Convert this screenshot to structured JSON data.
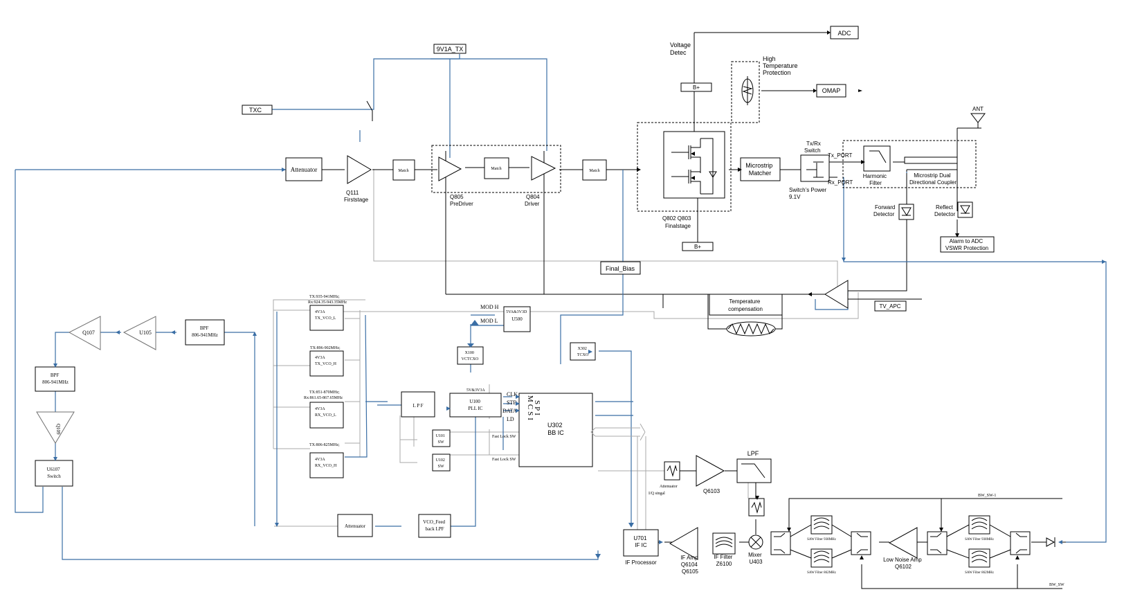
{
  "labels": {
    "adc": "ADC",
    "voltage_detec": [
      "Voltage",
      "Detec"
    ],
    "v9v1a_tx": "9V1A_TX",
    "high_temp": [
      "High",
      "Temperature",
      "Protection"
    ],
    "omap": "OMAP",
    "bplus_top": "B+",
    "bplus_bottom": "B+",
    "txc": "TXC",
    "ant": "ANT",
    "attenuator_top": "Attenuator",
    "q111": [
      "Q111",
      "Firststage"
    ],
    "match1": "Match",
    "match2": "Match",
    "match3": "Match",
    "q805": [
      "Q805",
      "PreDriver"
    ],
    "q804": [
      "Q804",
      "Driver"
    ],
    "q802": [
      "Q802 Q803",
      "Finalstage"
    ],
    "microstrip_matcher": [
      "Microstrip",
      "Matcher"
    ],
    "txrx_switch": [
      "Tx/Rx",
      "Switch"
    ],
    "tx_port": "Tx_PORT",
    "rx_port": "Rx_PORT",
    "switch_power": [
      "Switch’s Power",
      "9.1V"
    ],
    "harmonic_filter": [
      "Harmonic",
      "Filter"
    ],
    "microstrip_dual": [
      "Microstrip Dual",
      "Directional Coupler"
    ],
    "forward_detector": [
      "Forward",
      "Detector"
    ],
    "reflect_detector": [
      "Reflect",
      "Detector"
    ],
    "alarm_adc": [
      "Alarm to ADC",
      "VSWR Protection"
    ],
    "final_bias": "Final_Bias",
    "temp_comp": [
      "Temperature",
      "compensation"
    ],
    "tv_apc": "TV_APC",
    "mod_h": "MOD H",
    "mod_l": "MOD L",
    "u500": [
      "5VA&3V3D",
      "U500"
    ],
    "x100": [
      "X100",
      "VCTCXO"
    ],
    "x302": [
      "X302",
      "TCXO"
    ],
    "vco1_freq": [
      "TX:935-941MHz;",
      "Rx:924.35-943.35MHz"
    ],
    "vco1": [
      "4V3A",
      "TX_VCO_L"
    ],
    "vco2_freq": [
      "TX:896-902MHz;"
    ],
    "vco2": [
      "4V3A",
      "TX_VCO_H"
    ],
    "vco3_freq": [
      "TX:851-870MHz;",
      "Rx:861.65-867.65MHz"
    ],
    "vco3": [
      "4V3A",
      "RX_VCO_L"
    ],
    "vco4_freq": [
      "TX:806-825MHz;"
    ],
    "vco4": [
      "4V3A",
      "RX_VCO_H"
    ],
    "q107": "Q107",
    "u105": "U105",
    "bpf_top": [
      "BPF",
      "806-941MHz"
    ],
    "bpf_left": [
      "BPF",
      "806-941MHz"
    ],
    "q109": "Q109",
    "u6107": [
      "U6107",
      "Switch"
    ],
    "lpf_box": "L P F",
    "u100_supply": "5V&3V3A",
    "u100": [
      "U100",
      "PLL IC"
    ],
    "clk": "CLK",
    "stb": "STB",
    "data": "DATA",
    "ld": "LD",
    "mcsi": "MCSI",
    "spi": "SPI",
    "u302": [
      "U302",
      "BB IC"
    ],
    "u101": [
      "U101",
      "SW"
    ],
    "u102": [
      "U102",
      "SW"
    ],
    "fast_lock_1": "Fast Lock SW",
    "fast_lock_2": "Fast Lock SW",
    "attenuator_bottom": "Attenuator",
    "vco_feedback": [
      "VCO_Feed",
      "back LPF"
    ],
    "iq_signal": "I/Q singal",
    "u701": [
      "U701",
      "IF IC"
    ],
    "if_processor": "IF Processor",
    "if_amp": [
      "IF Amp",
      "Q6104",
      "Q6105"
    ],
    "if_filter": [
      "IF Filter",
      "Z6100"
    ],
    "mixer": [
      "Mixer",
      "U403"
    ],
    "attenuator_rx": "Attenuator",
    "q6103": "Q6103",
    "lpf_rx": "LPF",
    "saw938_a": "SAW Filter 938MHz",
    "saw862_a": "SAW Filter 862MHz",
    "lna": [
      "Low Noise Amp",
      "Q6102"
    ],
    "saw938_b": "SAW Filter 938MHz",
    "saw862_b": "SAW Filter 862MHz",
    "bw_sw1": "BW_SW-1",
    "bw_sw": "BW_SW"
  },
  "colors": {
    "signal_blue": "#3a6ea5",
    "line": "#000000",
    "aux": "#a8a8a8"
  }
}
